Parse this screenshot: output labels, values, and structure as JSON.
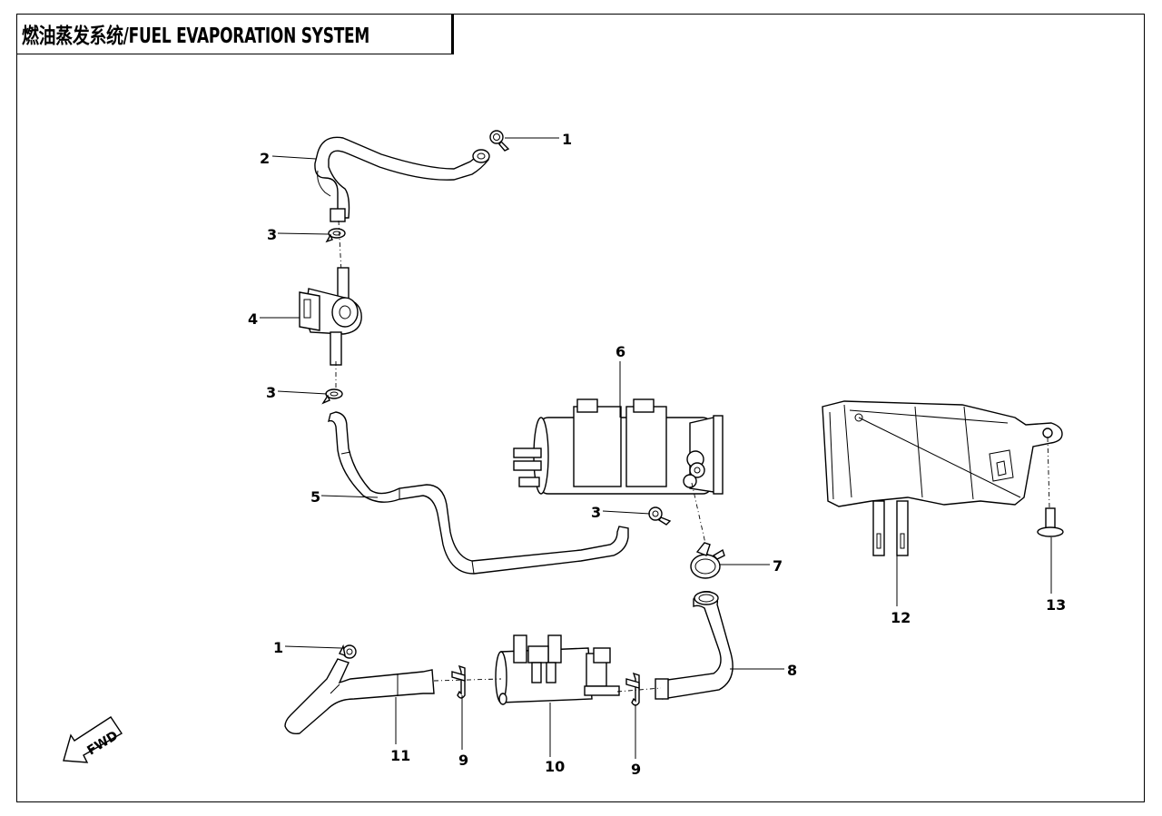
{
  "title": "燃油蒸发系统/FUEL EVAPORATION SYSTEM",
  "fwd_label": "FWD",
  "callouts": {
    "c1a": "1",
    "c2": "2",
    "c3a": "3",
    "c4": "4",
    "c3b": "3",
    "c5": "5",
    "c6": "6",
    "c3c": "3",
    "c7": "7",
    "c8": "8",
    "c1b": "1",
    "c11": "11",
    "c9a": "9",
    "c10": "10",
    "c9b": "9",
    "c12": "12",
    "c13": "13"
  }
}
